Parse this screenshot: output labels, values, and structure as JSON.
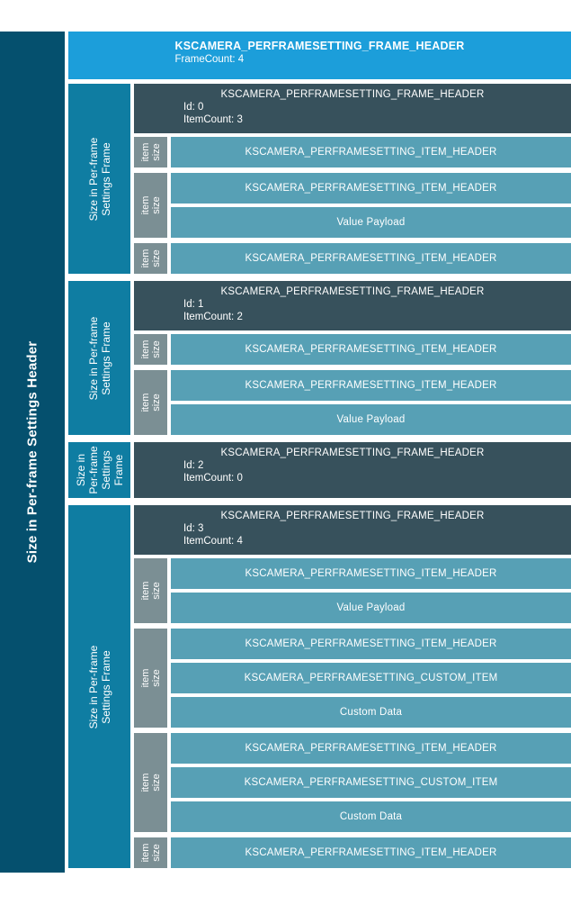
{
  "colors": {
    "sidebar_bg": "#05506E",
    "top_header_bg": "#1C9EDA",
    "frame_label_bg": "#0F7DA2",
    "frame_header_bg": "#37515C",
    "item_bg": "#57A0B5",
    "item_size_bg": "#7B8F94",
    "text": "#FFFFFF"
  },
  "sidebar": {
    "label": "Size in Per-frame Settings Header"
  },
  "top_header": {
    "title": "KSCAMERA_PERFRAMESETTING_FRAME_HEADER",
    "subtitle": "FrameCount: 4"
  },
  "item_size_label": [
    "item",
    "size"
  ],
  "frames": [
    {
      "label_lines": [
        "Size in Per-frame",
        "Settings Frame"
      ],
      "header": {
        "title": "KSCAMERA_PERFRAMESETTING_FRAME_HEADER",
        "fields": [
          "Id: 0",
          "ItemCount: 3"
        ]
      },
      "item_groups": [
        {
          "rows": [
            "KSCAMERA_PERFRAMESETTING_ITEM_HEADER"
          ]
        },
        {
          "rows": [
            "KSCAMERA_PERFRAMESETTING_ITEM_HEADER",
            "Value Payload"
          ]
        },
        {
          "rows": [
            "KSCAMERA_PERFRAMESETTING_ITEM_HEADER"
          ]
        }
      ]
    },
    {
      "label_lines": [
        "Size in Per-frame",
        "Settings Frame"
      ],
      "header": {
        "title": "KSCAMERA_PERFRAMESETTING_FRAME_HEADER",
        "fields": [
          "Id: 1",
          "ItemCount: 2"
        ]
      },
      "item_groups": [
        {
          "rows": [
            "KSCAMERA_PERFRAMESETTING_ITEM_HEADER"
          ]
        },
        {
          "rows": [
            "KSCAMERA_PERFRAMESETTING_ITEM_HEADER",
            "Value Payload"
          ]
        }
      ]
    },
    {
      "label_lines": [
        "Size in",
        "Per-frame",
        "Settings",
        "Frame"
      ],
      "header": {
        "title": "KSCAMERA_PERFRAMESETTING_FRAME_HEADER",
        "fields": [
          "Id: 2",
          "ItemCount: 0"
        ]
      },
      "item_groups": []
    },
    {
      "label_lines": [
        "Size in Per-frame",
        "Settings Frame"
      ],
      "header": {
        "title": "KSCAMERA_PERFRAMESETTING_FRAME_HEADER",
        "fields": [
          "Id: 3",
          "ItemCount: 4"
        ]
      },
      "item_groups": [
        {
          "rows": [
            "KSCAMERA_PERFRAMESETTING_ITEM_HEADER",
            "Value Payload"
          ]
        },
        {
          "rows": [
            "KSCAMERA_PERFRAMESETTING_ITEM_HEADER",
            "KSCAMERA_PERFRAMESETTING_CUSTOM_ITEM",
            "Custom Data"
          ]
        },
        {
          "rows": [
            "KSCAMERA_PERFRAMESETTING_ITEM_HEADER",
            "KSCAMERA_PERFRAMESETTING_CUSTOM_ITEM",
            "Custom Data"
          ]
        },
        {
          "rows": [
            "KSCAMERA_PERFRAMESETTING_ITEM_HEADER"
          ]
        }
      ]
    }
  ]
}
